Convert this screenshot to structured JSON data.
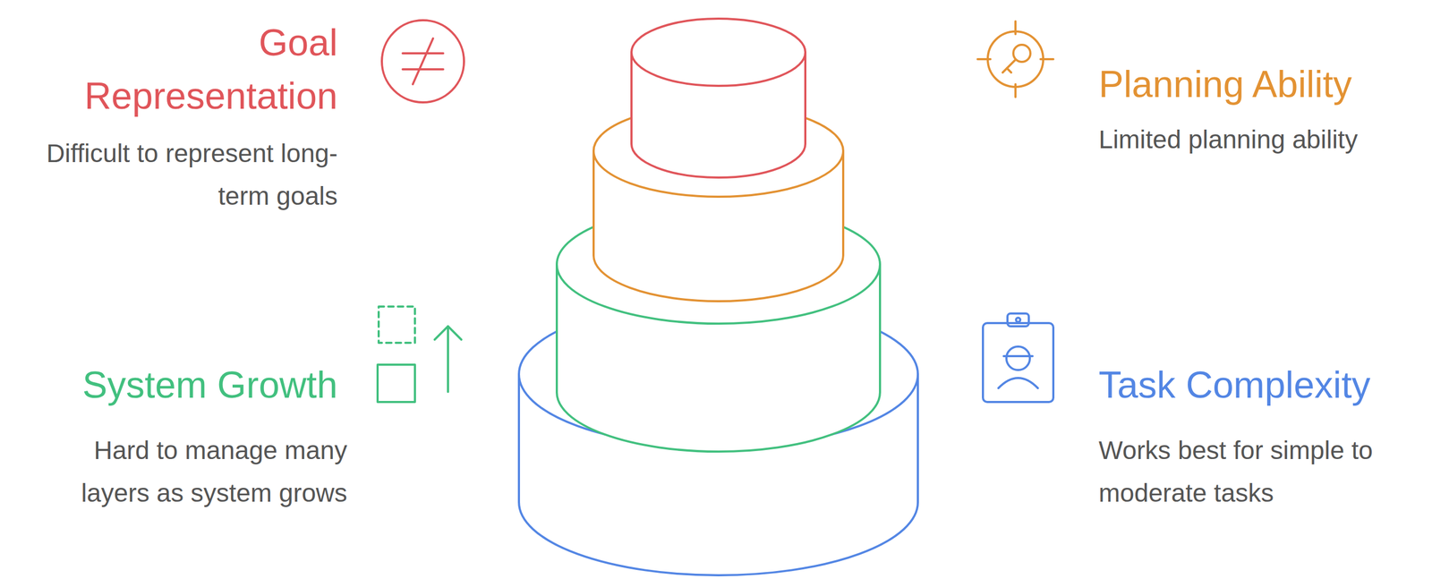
{
  "diagram": {
    "labels": [
      "Goal Representation",
      "Difficult to represent long-term goals",
      "Planning Ability",
      "Limited planning ability",
      "System Growth",
      "Hard to manage many layers as system grows",
      "Task Complexity",
      "Works best for simple to moderate tasks"
    ]
  }
}
